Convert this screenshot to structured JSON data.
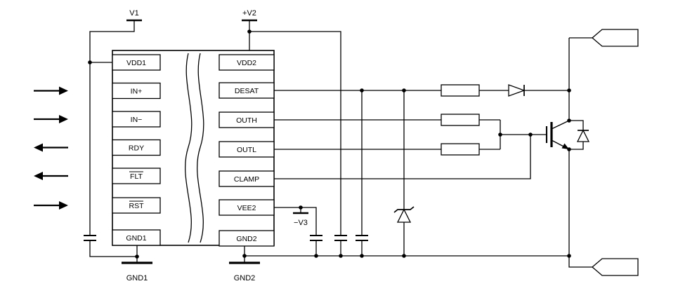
{
  "diagram": {
    "colors": {
      "line": "#000000",
      "bg": "#ffffff"
    },
    "supplies": {
      "v1": "V1",
      "v2": "+V2",
      "v3": "−V3",
      "gnd1": "GND1",
      "gnd2": "GND2"
    },
    "ic": {
      "left_pins": [
        {
          "label": "VDD1"
        },
        {
          "label": "IN+"
        },
        {
          "label": "IN−"
        },
        {
          "label": "RDY"
        },
        {
          "label": "FLT",
          "active_low": true
        },
        {
          "label": "RST",
          "active_low": true
        },
        {
          "label": "GND1"
        }
      ],
      "right_pins": [
        {
          "label": "VDD2"
        },
        {
          "label": "DESAT"
        },
        {
          "label": "OUTH"
        },
        {
          "label": "OUTL"
        },
        {
          "label": "CLAMP"
        },
        {
          "label": "VEE2"
        },
        {
          "label": "GND2"
        }
      ]
    },
    "signal_arrows": [
      {
        "pin": "IN+",
        "direction": "input"
      },
      {
        "pin": "IN−",
        "direction": "input"
      },
      {
        "pin": "RDY",
        "direction": "output"
      },
      {
        "pin": "FLT",
        "direction": "output"
      },
      {
        "pin": "RST",
        "direction": "input"
      }
    ]
  }
}
